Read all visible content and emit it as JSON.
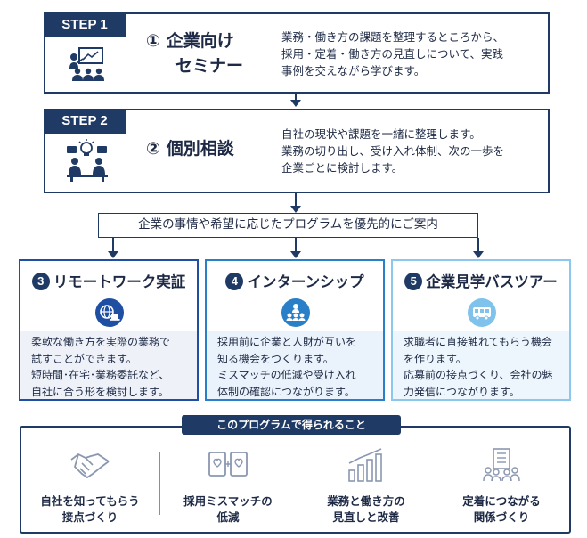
{
  "steps": [
    {
      "tag": "STEP 1",
      "title_line1": "① 企業向け",
      "title_line2": "セミナー",
      "desc_lines": [
        "業務・働き方の課題を整理するところから、",
        "採用・定着・働き方の見直しについて、実践",
        "事例を交えながら学びます。"
      ]
    },
    {
      "tag": "STEP 2",
      "title_line1": "② 個別相談",
      "desc_lines": [
        "自社の現状や課題を一緒に整理します。",
        "業務の切り出し、受け入れ体制、次の一歩を",
        "企業ごとに検討します。"
      ]
    }
  ],
  "banner": "企業の事情や希望に応じたプログラムを優先的にご案内",
  "programs": [
    {
      "num": "3",
      "title": "リモートワーク実証",
      "icon": "remote-globe-icon",
      "accent": "#1f4fa3",
      "desc_lines": [
        "柔軟な働き方を実際の業務で",
        "試すことができます。",
        "短時間･在宅･業務委託など、",
        "自社に合う形を検討します。"
      ]
    },
    {
      "num": "4",
      "title": "インターンシップ",
      "icon": "people-network-icon",
      "accent": "#2a80c8",
      "desc_lines": [
        "採用前に企業と人財が互いを",
        "知る機会をつくります。",
        "ミスマッチの低減や受け入れ",
        "体制の確認につながります。"
      ]
    },
    {
      "num": "5",
      "title": "企業見学バスツアー",
      "icon": "bus-icon",
      "accent": "#5ab0e3",
      "desc_lines": [
        "求職者に直接触れてもらう機会",
        "を作ります。",
        "応募前の接点づくり、会社の魅",
        "力発信につながります。"
      ]
    }
  ],
  "outcomes": {
    "heading": "このプログラムで得られること",
    "items": [
      {
        "label_lines": [
          "自社を知ってもらう",
          "接点づくり"
        ],
        "icon": "handshake-icon"
      },
      {
        "label_lines": [
          "採用ミスマッチの",
          "低減"
        ],
        "icon": "matching-cards-icon"
      },
      {
        "label_lines": [
          "業務と働き方の",
          "見直しと改善"
        ],
        "icon": "growth-chart-icon"
      },
      {
        "label_lines": [
          "定着につながる",
          "関係づくり"
        ],
        "icon": "company-people-icon"
      }
    ]
  },
  "colors": {
    "navy": "#1f3a64",
    "card3_border": "#1f4fa3",
    "card4_border": "#2a80c8",
    "card5_border": "#8cc8ee"
  }
}
